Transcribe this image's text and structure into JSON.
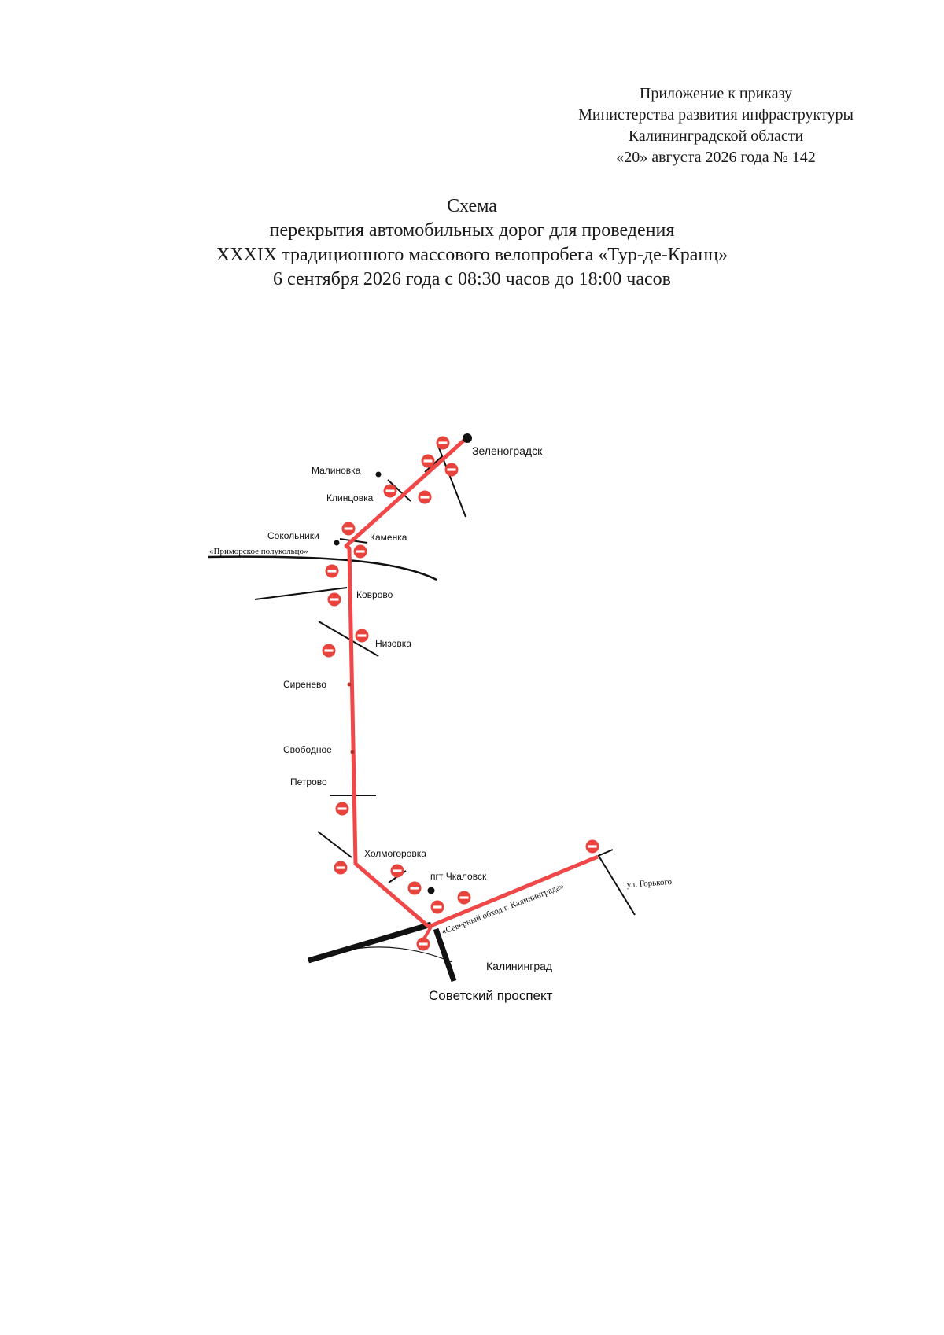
{
  "header": {
    "line1": "Приложение к приказу",
    "line2": "Министерства развития инфраструктуры",
    "line3": "Калининградской области",
    "line4": "«20» августа 2026 года № 142"
  },
  "title": {
    "line1": "Схема",
    "line2": "перекрытия автомобильных дорог для проведения",
    "line3": "XXXIX традиционного массового велопробега «Тур-де-Кранц»",
    "line4": "6 сентября 2026 года с 08:30 часов до 18:00 часов"
  },
  "map": {
    "route_color": "#f04848",
    "closure_sign_color": "#e8433d",
    "road_color": "#111111",
    "labels": {
      "zelenogradsk": "Зеленоградск",
      "malinovka": "Малиновка",
      "klintsovka": "Клинцовка",
      "sokolniki": "Сокольники",
      "primorskoe": "«Приморское полукольцо»",
      "kamenka": "Каменка",
      "kovrovo": "Коврово",
      "nizovka": "Низовка",
      "sirenevo": "Сиренево",
      "svobodnoe": "Свободное",
      "petrovo": "Петрово",
      "kholmogorovka": "Холмогоровка",
      "chkalovsk": "пгт Чкаловск",
      "north_bypass": "«Северный обход г. Калининграда»",
      "gorkogo": "ул. Горького",
      "kaliningrad": "Калининград",
      "sovetsky": "Советский проспект"
    }
  }
}
